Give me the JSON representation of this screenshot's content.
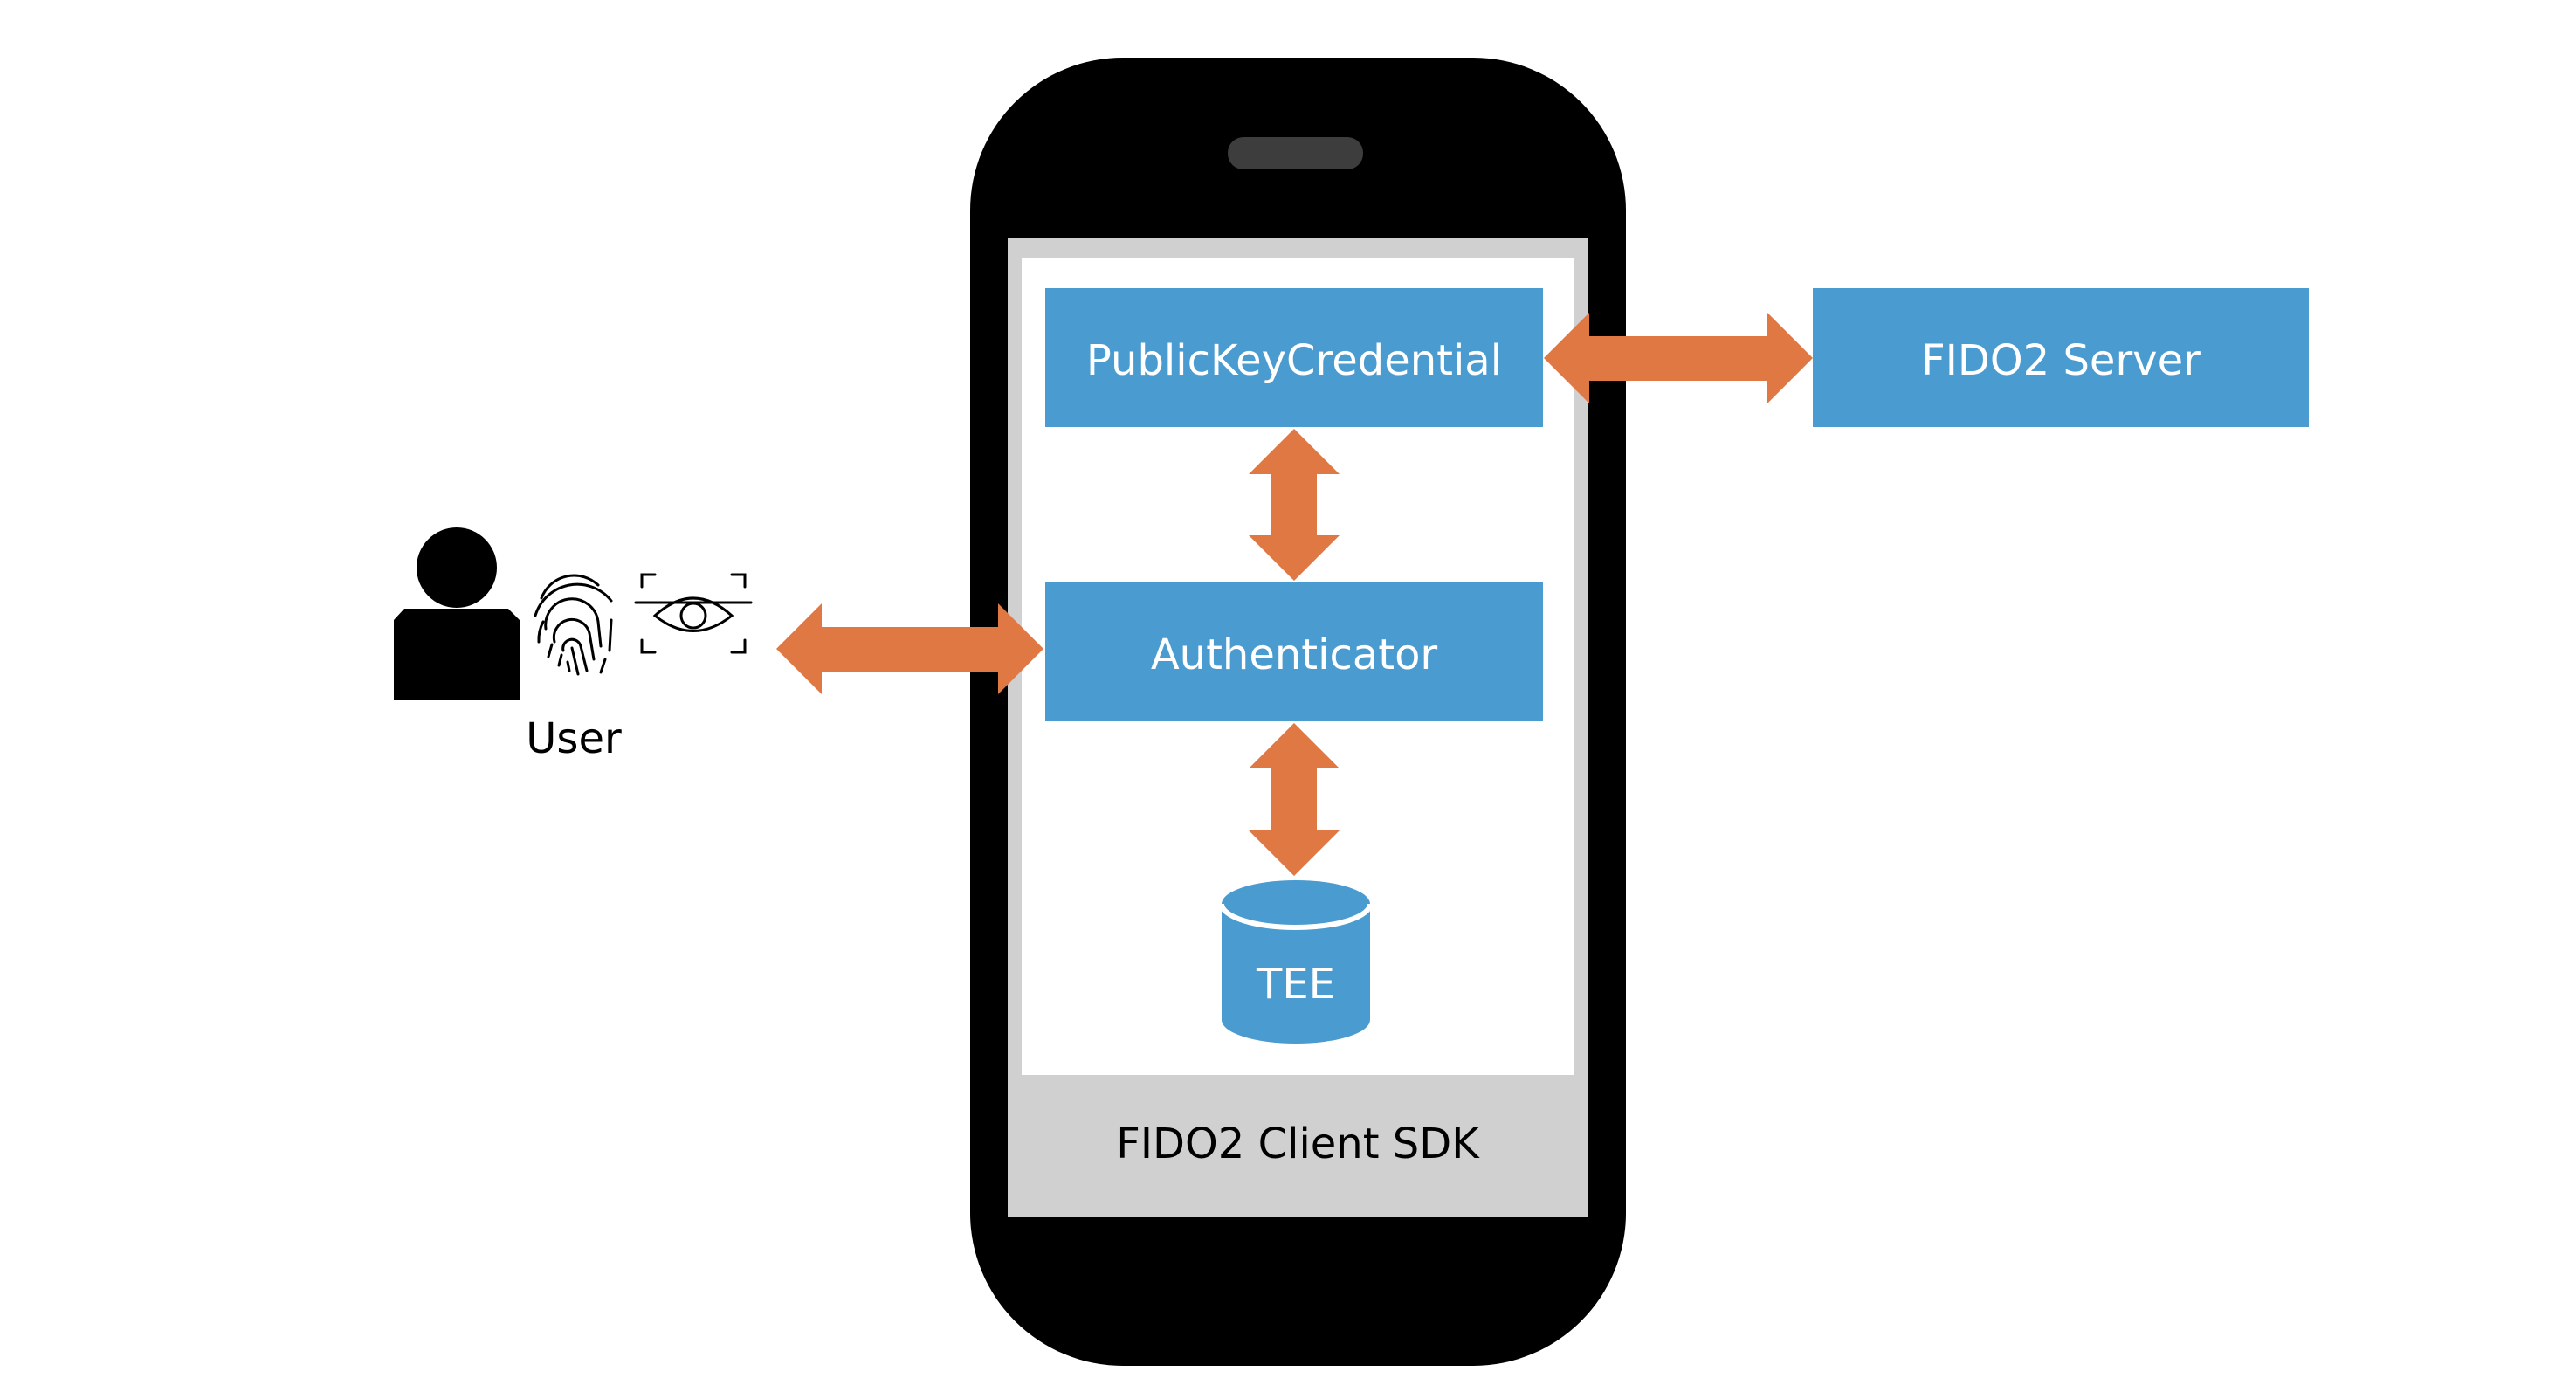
{
  "diagram": {
    "user_label": "User",
    "public_key_credential_label": "PublicKeyCredential",
    "authenticator_label": "Authenticator",
    "tee_label": "TEE",
    "sdk_label": "FIDO2 Client SDK",
    "server_label": "FIDO2 Server"
  },
  "colors": {
    "box_blue": "#4a9bd0",
    "arrow_orange": "#df7843",
    "phone_black": "#000000",
    "sdk_gray": "#d0d0d0",
    "text_white": "#ffffff",
    "text_black": "#000000"
  },
  "icons": {
    "user": "person-icon",
    "fingerprint": "fingerprint-icon",
    "eye_scan": "eye-scan-icon",
    "database": "database-icon"
  }
}
